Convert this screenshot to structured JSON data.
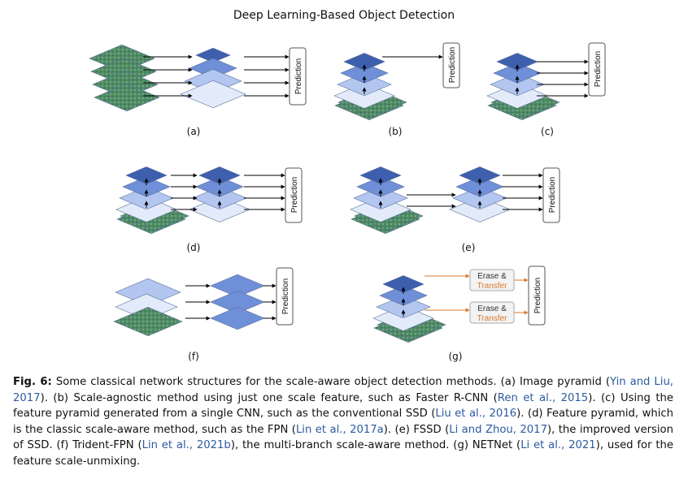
{
  "header": {
    "title": "Deep Learning-Based Object Detection"
  },
  "figure": {
    "prediction_label": "Prediction",
    "erase_transfer": {
      "line1": "Erase &",
      "line2": "Transfer"
    },
    "panels": [
      "(a)",
      "(b)",
      "(c)",
      "(d)",
      "(e)",
      "(f)",
      "(g)"
    ]
  },
  "caption": {
    "label": "Fig. 6:",
    "t1": " Some classical network structures for the scale-aware object detection methods. (a) Image pyramid (",
    "c1": "Yin and Liu, 2017",
    "t2": "). (b) Scale-agnostic method using just one scale feature, such as Faster R-CNN (",
    "c2": "Ren et al., 2015",
    "t3": "). (c) Using the feature pyramid generated from a single CNN, such as the conventional SSD (",
    "c3": "Liu et al., 2016",
    "t4": "). (d) Feature pyramid, which is the classic scale-aware method, such as the FPN (",
    "c4": "Lin et al., 2017a",
    "t5": "). (e) FSSD (",
    "c5": "Li and Zhou, 2017",
    "t6": "), the improved version of SSD. (f) Trident-FPN (",
    "c6": "Lin et al., 2021b",
    "t7": "), the multi-branch scale-aware method. (g) NETNet (",
    "c7": "Li et al., 2021",
    "t8": "), used for the feature scale-unmixing."
  },
  "colors": {
    "dark_blue": "#3e5fae",
    "mid_blue": "#6f8fd8",
    "light_blue": "#b3c6ef",
    "pale_blue": "#e3ebfa",
    "image_green": "#4f8a64",
    "erase_orange": "#d9782a",
    "link": "#2c5aa0"
  }
}
